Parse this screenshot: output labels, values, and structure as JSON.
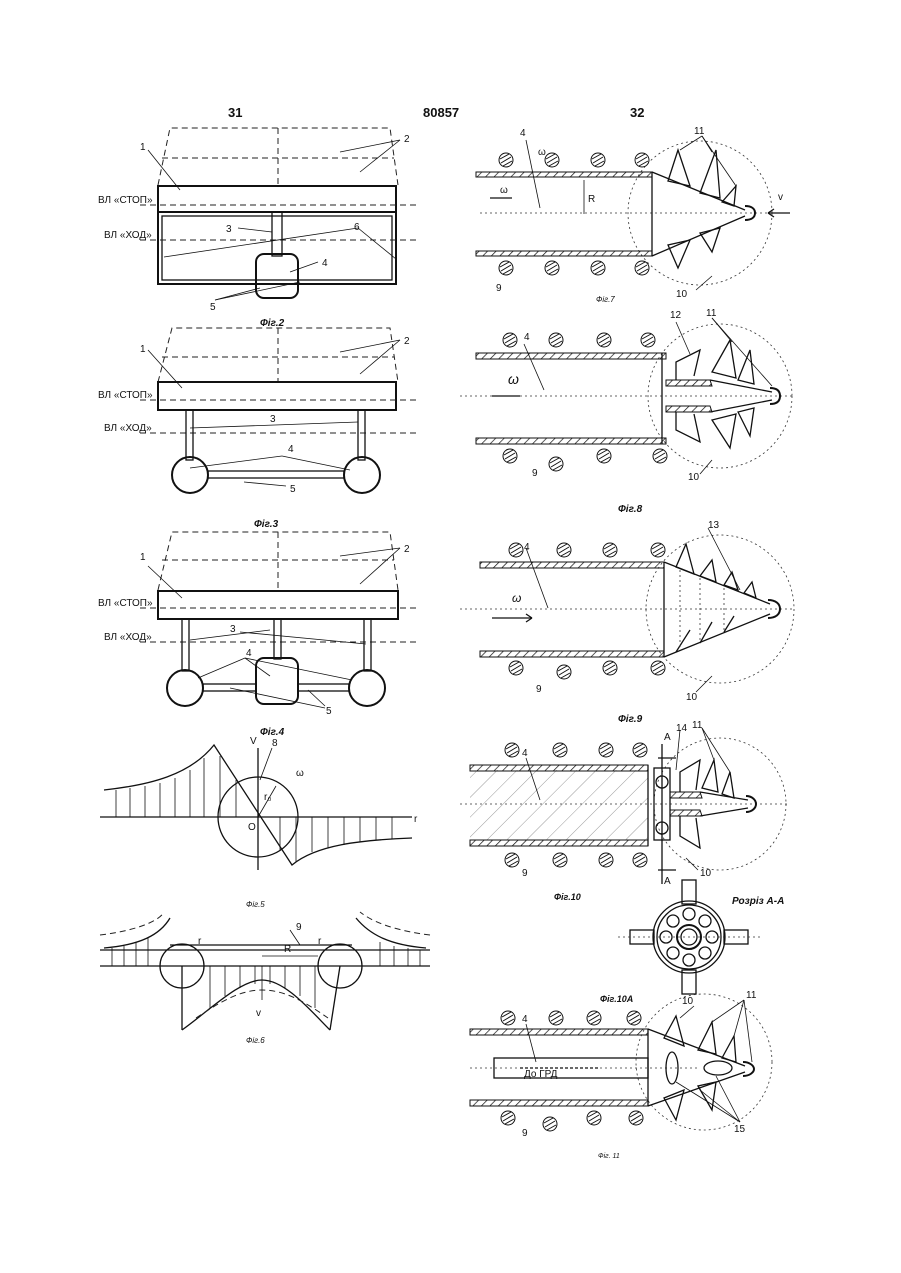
{
  "header": {
    "page_left": "31",
    "patent_number": "80857",
    "page_right": "32"
  },
  "waterlines": {
    "stop": "ВЛ «СТОП»",
    "move": "ВЛ «ХОД»"
  },
  "figures": {
    "fig2": "Фіг.2",
    "fig3": "Фіг.3",
    "fig4": "Фіг.4",
    "fig5": "Фіг.5",
    "fig6": "Фіг.6",
    "fig7": "Фіг.7",
    "fig8": "Фіг.8",
    "fig9": "Фіг.9",
    "fig10": "Фіг.10",
    "fig10a": "Фіг.10А",
    "fig11": "Фіг. 11"
  },
  "section_label": "Розріз А-А",
  "gas_label": "До ГРД",
  "symbols": {
    "V": "V",
    "r": "r",
    "O": "O",
    "r0": "r₀",
    "omega": "ω",
    "R": "R",
    "v": "v",
    "A": "А"
  },
  "callouts": {
    "n1": "1",
    "n2": "2",
    "n3": "3",
    "n4": "4",
    "n5": "5",
    "n6": "6",
    "n8": "8",
    "n9": "9",
    "n10": "10",
    "n11": "11",
    "n12": "12",
    "n13": "13",
    "n14": "14",
    "n15": "15"
  }
}
